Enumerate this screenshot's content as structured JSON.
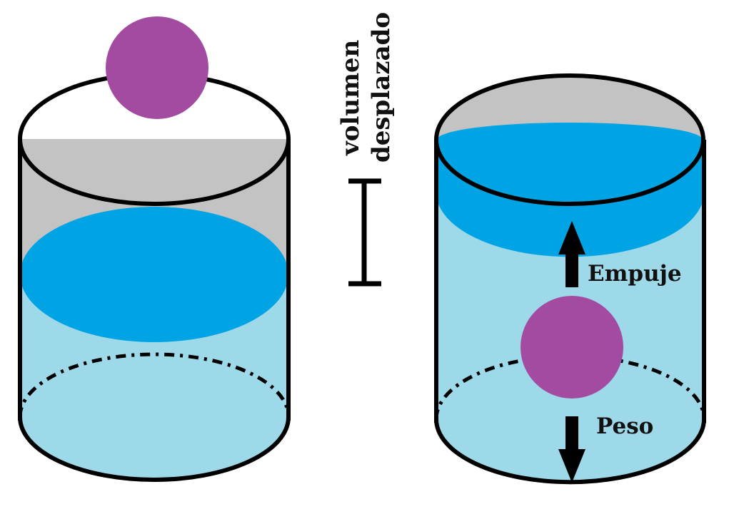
{
  "labels": {
    "volumen": "volumen",
    "desplazado": "desplazado",
    "empuje": "Empuje",
    "peso": "Peso"
  },
  "colors": {
    "outline": "#000000",
    "air": "#c3c3c3",
    "water_body": "#9ed9ea",
    "water_surface": "#00a3e3",
    "ball": "#a24ba1",
    "background": "#ffffff"
  },
  "icons": {
    "volume_bracket": "i-beam-bracket",
    "buoyancy_arrow": "arrow-up-icon",
    "weight_arrow": "arrow-down-icon"
  }
}
